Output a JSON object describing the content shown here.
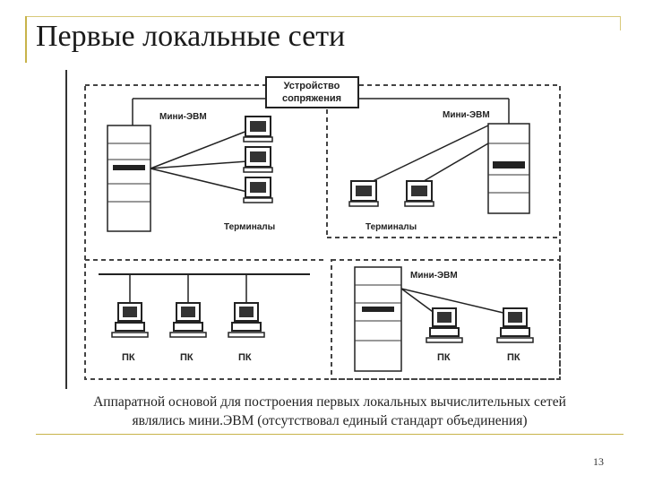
{
  "slide": {
    "title": "Первые локальные сети",
    "caption_line1": "Аппаратной основой для построения первых локальных вычислительных сетей",
    "caption_line2": "являлись мини.ЭВМ (отсутствовал единый стандарт объединения)",
    "page_number": "13"
  },
  "diagram": {
    "interface_label_line1": "Устройство",
    "interface_label_line2": "сопряжения",
    "q1": {
      "minicomputer_label": "Мини-ЭВМ",
      "terminals_label": "Терминалы"
    },
    "q2": {
      "minicomputer_label": "Мини-ЭВМ",
      "terminals_label": "Терминалы"
    },
    "q3": {
      "pc_labels": [
        "ПК",
        "ПК",
        "ПК"
      ]
    },
    "q4": {
      "minicomputer_label": "Мини-ЭВМ",
      "pc_labels": [
        "ПК",
        "ПК"
      ]
    }
  }
}
